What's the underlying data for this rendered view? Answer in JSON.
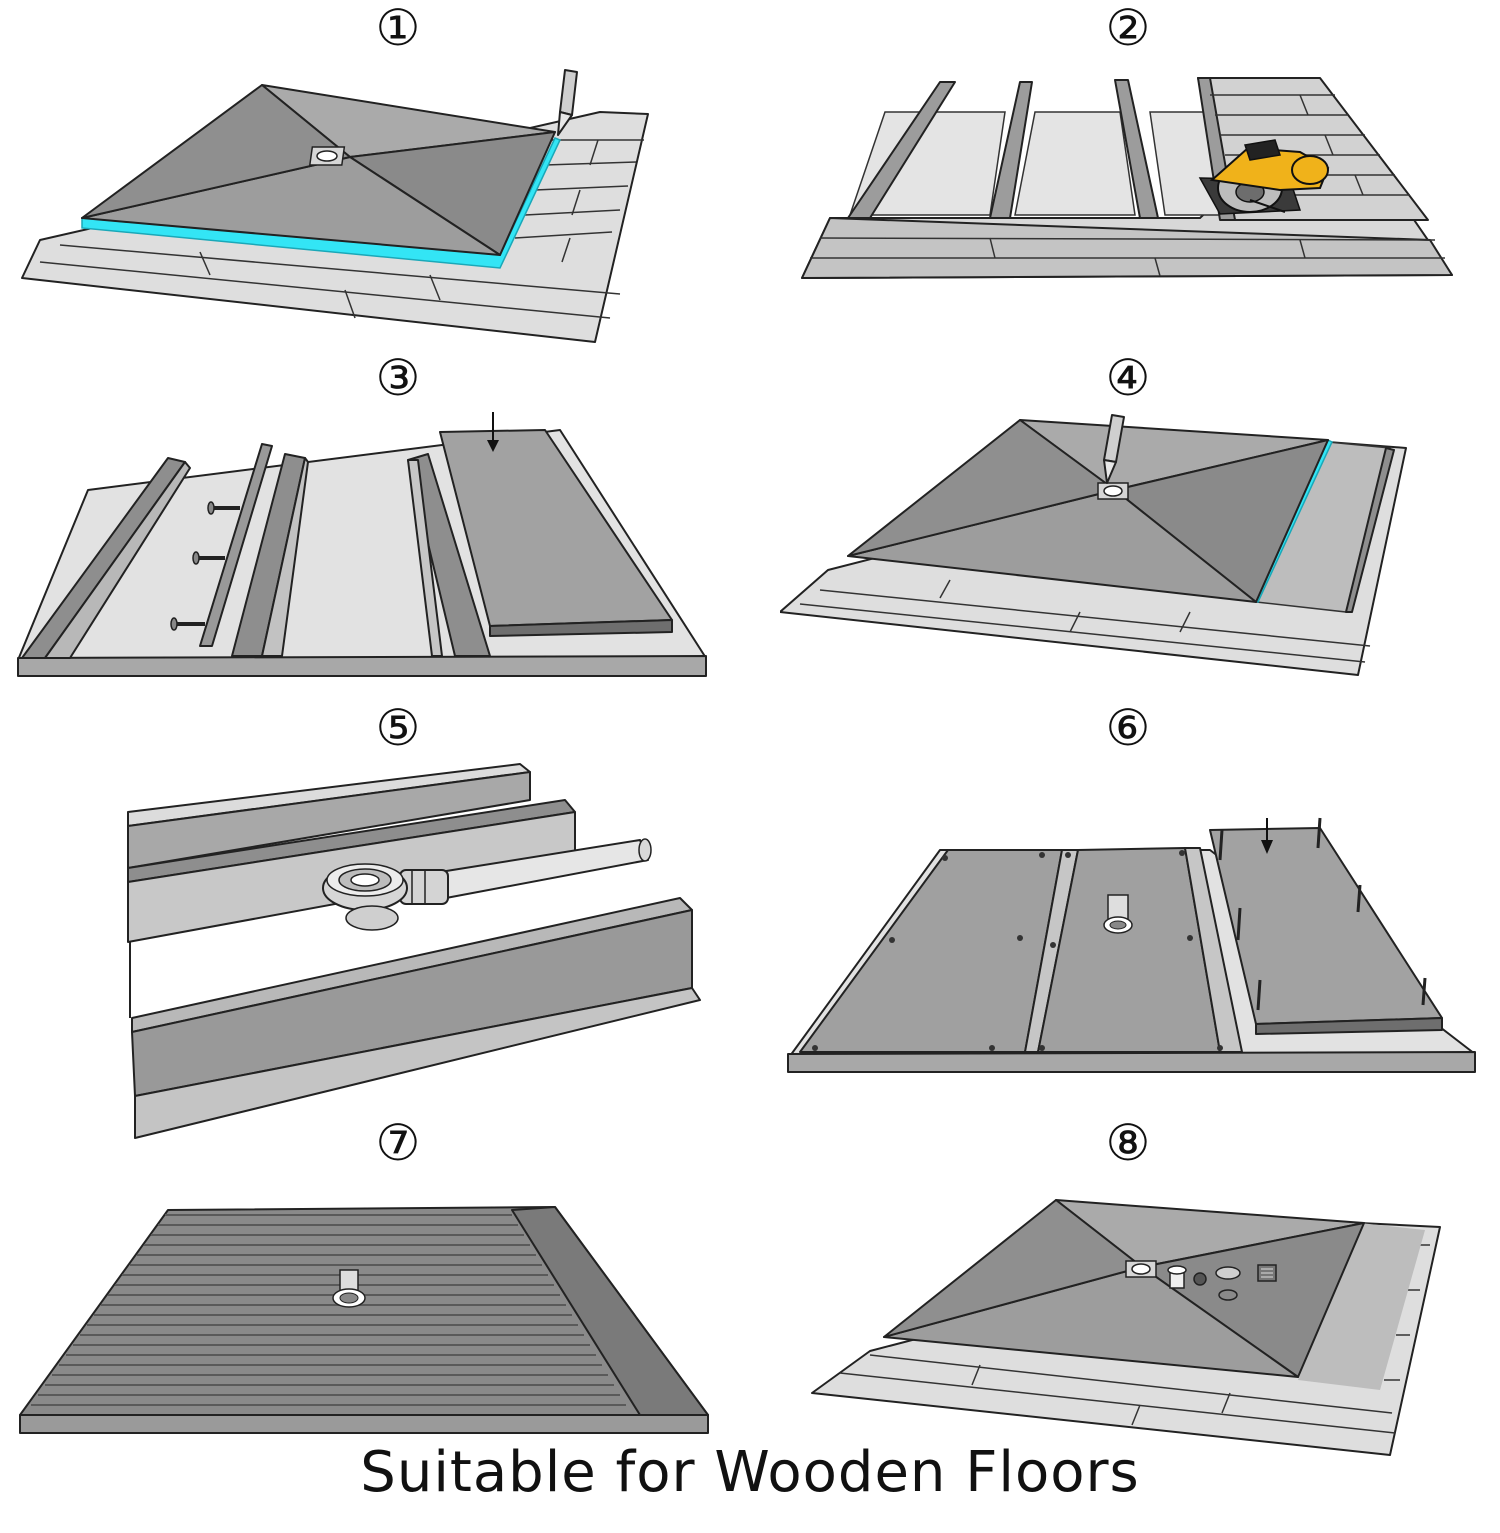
{
  "steps": [
    {
      "number": "①"
    },
    {
      "number": "②"
    },
    {
      "number": "③"
    },
    {
      "number": "④"
    },
    {
      "number": "⑤"
    },
    {
      "number": "⑥"
    },
    {
      "number": "⑦"
    },
    {
      "number": "⑧"
    }
  ],
  "caption": "Suitable for Wooden Floors",
  "colors": {
    "tray_dark": "#8a8a8a",
    "tray_mid": "#9d9d9d",
    "tray_light": "#aaaaaa",
    "tile": "#dedede",
    "edge_highlight": "#33e5f5",
    "saw_yellow": "#f0b21a"
  }
}
